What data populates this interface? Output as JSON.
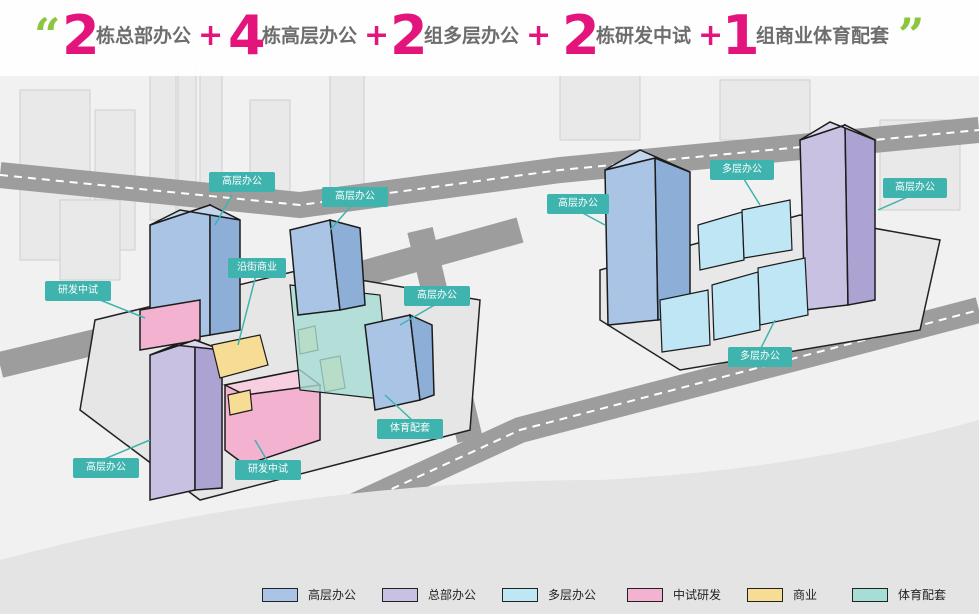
{
  "headline": {
    "n1": "2",
    "t1": "栋总部办公",
    "p1": "+",
    "n2": "4",
    "t2": "栋高层办公",
    "p2": "+",
    "n3": "2",
    "t3": "组多层办公",
    "p3": "+",
    "n4": "2",
    "t4": "栋研发中试",
    "p4": "+",
    "n5": "1",
    "t5": "组商业体育配套",
    "quote_open": "“",
    "quote_close": "”"
  },
  "labels": {
    "high_office": "高层办公",
    "mid_office": "多层办公",
    "rd": "研发中试",
    "street_retail": "沿街商业",
    "sports": "体育配套"
  },
  "legend": [
    {
      "label": "高层办公",
      "color": "#a9c4e4"
    },
    {
      "label": "总部办公",
      "color": "#c8c1e2"
    },
    {
      "label": "多层办公",
      "color": "#bfe6f4"
    },
    {
      "label": "中试研发",
      "color": "#f3b2cf"
    },
    {
      "label": "商业",
      "color": "#f7dc96"
    },
    {
      "label": "体育配套",
      "color": "#a6ddd4"
    }
  ],
  "colors": {
    "accent_number": "#e4147d",
    "quote_mark": "#8cc63f",
    "label_bg": "#3fb3ad"
  }
}
